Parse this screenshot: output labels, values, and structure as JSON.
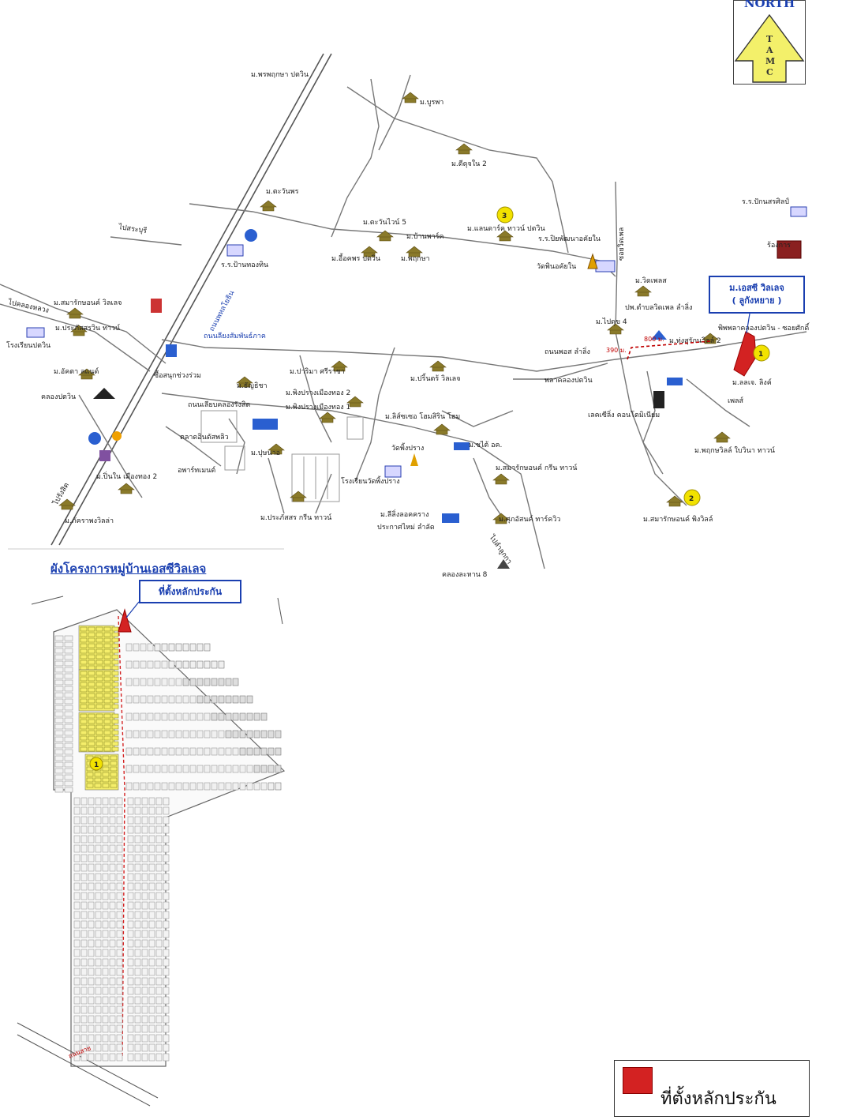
{
  "north_arrow": {
    "title": "NORTH",
    "letters": [
      "T",
      "A",
      "M",
      "C"
    ]
  },
  "legend": {
    "label": "ที่ตั้งหลักประกัน",
    "color": "#d32222"
  },
  "plan": {
    "title": "ผังโครงการหมู่บ้านเอสซีวิลเลจ",
    "callout": "ที่ตั้งหลักประกัน",
    "marker_number": "1",
    "road_label": "ถนนสาย"
  },
  "map_callout": {
    "line1": "ม.เอสซี วิลเลจ",
    "line2": "( ลูกังหยาย )"
  },
  "markers": [
    {
      "id": "1",
      "label": "1"
    },
    {
      "id": "2",
      "label": "2"
    },
    {
      "id": "3",
      "label": "3"
    }
  ],
  "distances": {
    "d1": "390 ม.",
    "d2": "800 ม."
  },
  "roads": {
    "main_highway": "ถนนพหลโยธิน",
    "road_2": "ถนนลียงสัมพันธ์ภาค",
    "road_3": "ถนนเลียบคลองรังสิต",
    "road_4": "ไปสระบุรี",
    "road_5": "ไปรังสิต",
    "road_6": "ไปลำลูกกา",
    "road_7": "ไปคลองหลวง"
  },
  "places": [
    {
      "id": "p1",
      "text": "ม.พรพฤกษา ปตวิน"
    },
    {
      "id": "p2",
      "text": "ม.บูรพา"
    },
    {
      "id": "p3",
      "text": "ม.ดีดุจใน 2"
    },
    {
      "id": "p4",
      "text": "ม.ตะวันพร"
    },
    {
      "id": "p5",
      "text": "ม.ตะวันไวน์ 5"
    },
    {
      "id": "p6",
      "text": "ม.บ้านพาร์ค"
    },
    {
      "id": "p7",
      "text": "ม.แลนดาร์ค ทาวน์ ปตวิน"
    },
    {
      "id": "p8",
      "text": "ร.ร.ปิยพัฒนาอคัยใน"
    },
    {
      "id": "p9",
      "text": "ร.ร.ป้านทองทิน"
    },
    {
      "id": "p10",
      "text": "ม.อี้อคพร ปตวิน"
    },
    {
      "id": "p11",
      "text": "ม.พฤกษา"
    },
    {
      "id": "p12",
      "text": "วัดพินอคัยใน"
    },
    {
      "id": "p13",
      "text": "ร.ร.ปักนสรศิลป์"
    },
    {
      "id": "p14",
      "text": "ร้องการ"
    },
    {
      "id": "p15",
      "text": "ม.วิดเพลส"
    },
    {
      "id": "p16",
      "text": "ปพ.ตำบลวิดเพล ลำลิ่ง"
    },
    {
      "id": "p17",
      "text": "ม.ไปดุข 4"
    },
    {
      "id": "p18",
      "text": "ม.สมารักษอนค์ วิลเลจ"
    },
    {
      "id": "p19",
      "text": "ม.ประภัสสรวิน ทาวน์"
    },
    {
      "id": "p20",
      "text": "โรงเรียนปตวิน"
    },
    {
      "id": "p21",
      "text": "ม.อัคตา ลแนด์"
    },
    {
      "id": "p22",
      "text": "คลองปตวิน"
    },
    {
      "id": "p23",
      "text": "ซื้อสนุกช่วงร่วม"
    },
    {
      "id": "p24",
      "text": "ม.ธัญธิชา"
    },
    {
      "id": "p25",
      "text": "ม.ปาริมา ศรีราชา"
    },
    {
      "id": "p26",
      "text": "ม.พิงปรางเมืองทอง 2"
    },
    {
      "id": "p27",
      "text": "ม.พิงปรางเมืองทอง 1"
    },
    {
      "id": "p28",
      "text": "ม.ปริ้นตร้ วิลเลจ"
    },
    {
      "id": "p29",
      "text": "พลาคลองปตวิน"
    },
    {
      "id": "p30",
      "text": "เลคเซีลิ่ง คอนโดมิเนียม"
    },
    {
      "id": "p31",
      "text": "ม.ลิส์ซเซอ โฮมสิริน โฮม"
    },
    {
      "id": "p32",
      "text": "วัดพิ้งปราง"
    },
    {
      "id": "p33",
      "text": "ม.ชไต้ อค."
    },
    {
      "id": "p34",
      "text": "ม.พฤกษวิลล์ ใบวินา ทาวน์"
    },
    {
      "id": "p35",
      "text": "ตลาดอินดัสพลิว"
    },
    {
      "id": "p36",
      "text": "อพาร์ทเมนต์"
    },
    {
      "id": "p37",
      "text": "ม.ปุษนาอ"
    },
    {
      "id": "p38",
      "text": "ม.ปิ่นใน เมืองทอง 2"
    },
    {
      "id": "p39",
      "text": "ม.ภัคราพงวิลล่า"
    },
    {
      "id": "p40",
      "text": "ม.ประภัสสร กรีน ทาวน์"
    },
    {
      "id": "p41",
      "text": "โรงเรียนวัดพิ้งปราง"
    },
    {
      "id": "p42",
      "text": "ม.สมารักษอนค์ กรีน ทาวน์"
    },
    {
      "id": "p43",
      "text": "ม.ลีลิ่งลอคคราง"
    },
    {
      "id": "p44",
      "text": "ประกาศไหม่ ลำลัด"
    },
    {
      "id": "p45",
      "text": "ม.ศุภอัสนค์ ทาร์ควิว"
    },
    {
      "id": "p46",
      "text": "ม.สมารักษอนค์ พิงวิลล์"
    },
    {
      "id": "p47",
      "text": "คลองละหาน 8"
    },
    {
      "id": "p48",
      "text": "ถนนพอส ลำลิ่ง"
    },
    {
      "id": "p49",
      "text": "ซอยวิดเพล"
    },
    {
      "id": "p50",
      "text": "ม.ทุ่งสุรักนวิลล์ 2"
    },
    {
      "id": "p51",
      "text": "พิพพลาคลองปตวิน - ซอยศักดิ์"
    },
    {
      "id": "p52",
      "text": "ม.ลลเจ. ลิงค์"
    },
    {
      "id": "p53",
      "text": "เพลส์"
    }
  ]
}
